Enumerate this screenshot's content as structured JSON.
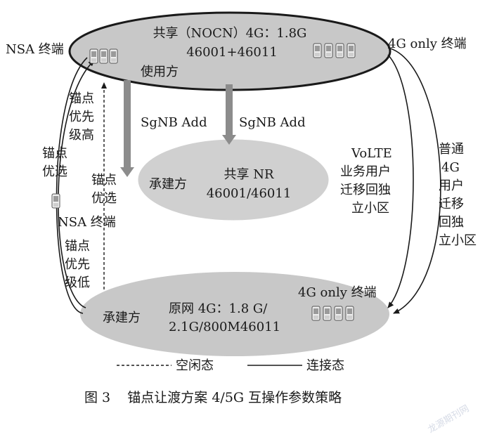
{
  "top_ellipse": {
    "line1": "共享（NOCN）4G：1.8G",
    "line2": "46001+46011",
    "role": "使用方"
  },
  "middle_ellipse": {
    "role": "承建方",
    "line1": "共享 NR",
    "line2": "46001/46011"
  },
  "bottom_ellipse": {
    "role": "承建方",
    "line1": "原网 4G：1.8 G/",
    "line2": "2.1G/800M46011",
    "terminal_label": "4G  only 终端"
  },
  "labels": {
    "nsa_terminal_top": "NSA 终端",
    "only_terminal_top": "4G  only 终端",
    "sgnb_left": "SgNB  Add",
    "sgnb_right": "SgNB  Add",
    "anchor_high": [
      "锚点",
      "优先",
      "级高"
    ],
    "anchor_pref_left": [
      "锚点",
      "优选"
    ],
    "anchor_pref_mid": [
      "锚点",
      "优选"
    ],
    "nsa_terminal_mid": "NSA 终端",
    "anchor_low": [
      "锚点",
      "优先",
      "级低"
    ],
    "volte": [
      "VoLTE",
      "业务用户",
      "迁移回独",
      "立小区"
    ],
    "normal_4g": [
      "普通",
      "4G",
      "用户",
      "迁移",
      "回独",
      "立小区"
    ]
  },
  "legend": {
    "idle": "空闲态",
    "connected": "连接态"
  },
  "caption": "图 3    锚点让渡方案 4/5G 互操作参数策略",
  "watermark": "龙源期刊网",
  "colors": {
    "ellipse_fill": "#c8c8c8",
    "ellipse_fill_mid": "#d0d0d0",
    "arrow_gray": "#8c8c8c",
    "line": "#1a1a1a"
  }
}
